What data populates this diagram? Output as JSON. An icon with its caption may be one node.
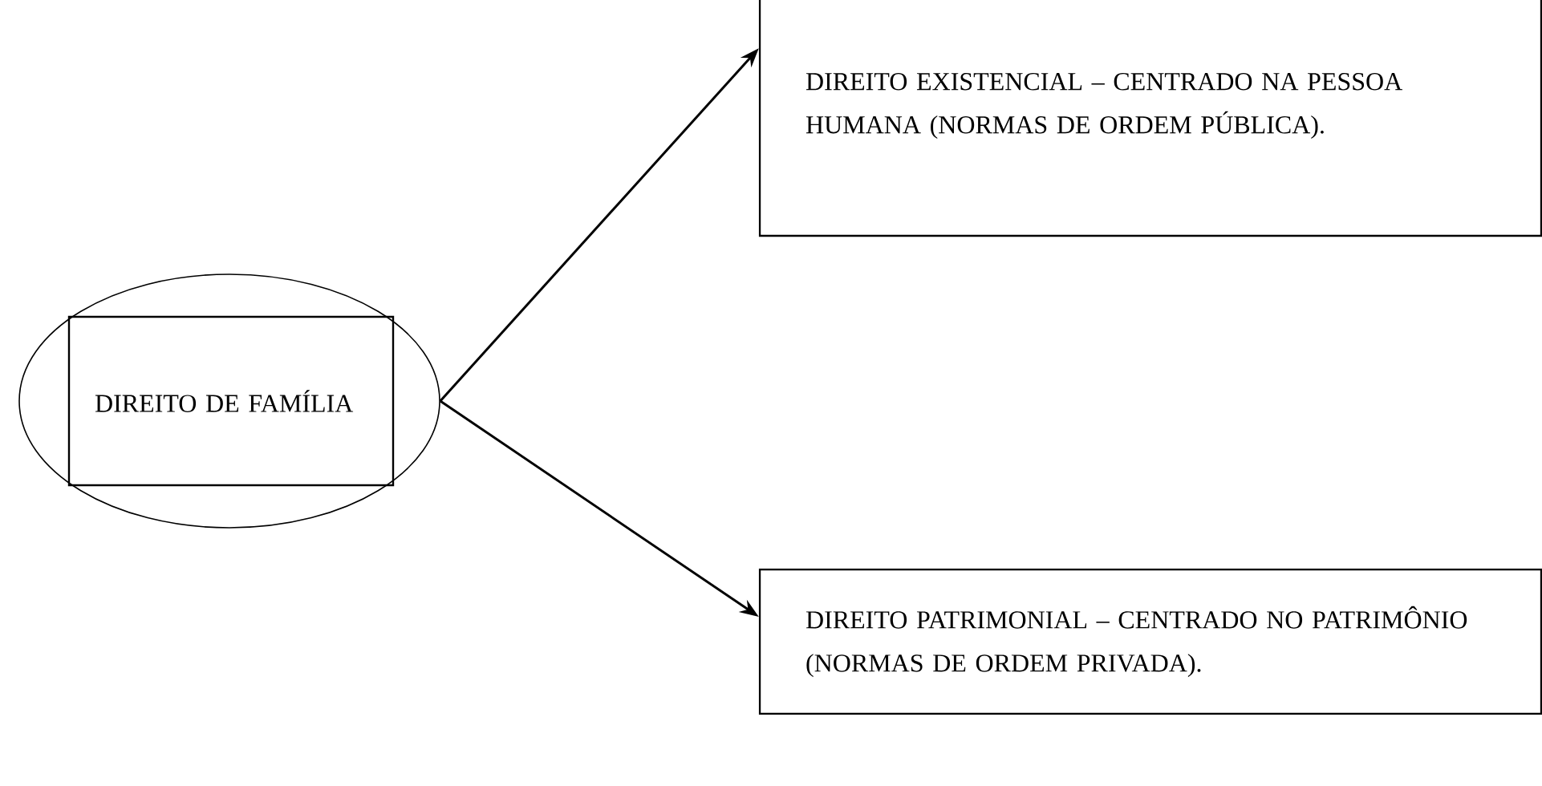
{
  "diagram": {
    "nodes": [
      {
        "text": [],
        "shape": "ellipse"
      },
      {
        "text": [
          "DIREITO DE FAMÍLIA"
        ],
        "in": 0
      },
      {
        "text": [
          "DIREITO EXISTENCIAL – CENTRADO NA PESSOA HUMANA (NORMAS DE ORDEM PÚBLICA)."
        ]
      },
      {
        "text": [
          "DIREITO PATRIMONIAL – CENTRADO NO PATRIMÔNIO (NORMAS DE ORDEM PRIVADA)."
        ]
      }
    ],
    "edges": [
      {
        "from": 0,
        "to": 2,
        "arrow": "to"
      },
      {
        "from": 0,
        "to": 3,
        "arrow": "to"
      }
    ]
  }
}
